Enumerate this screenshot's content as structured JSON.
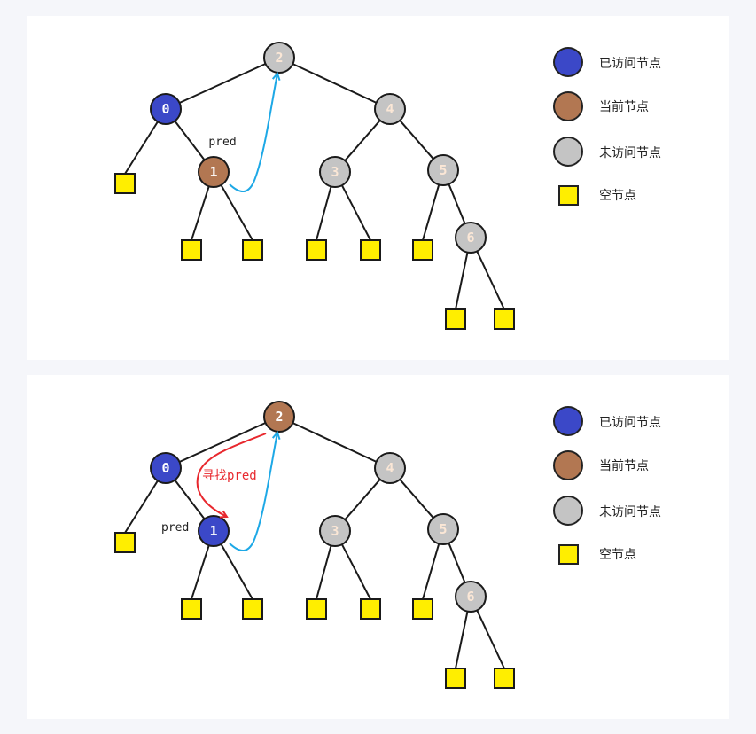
{
  "colors": {
    "visited": "#3b48c8",
    "current": "#b27752",
    "unvisited": "#c4c4c4",
    "null": "#ffee00",
    "edge": "#1a1a1a",
    "pred_arrow": "#1da8e6",
    "find_arrow": "#e8282e"
  },
  "legend": {
    "visited": "已访问节点",
    "current": "当前节点",
    "unvisited": "未访问节点",
    "null": "空节点"
  },
  "panels": [
    {
      "nodes": [
        {
          "label": "2",
          "state": "unvisited"
        },
        {
          "label": "0",
          "state": "visited"
        },
        {
          "label": "4",
          "state": "unvisited"
        },
        {
          "label": "1",
          "state": "current"
        },
        {
          "label": "3",
          "state": "unvisited"
        },
        {
          "label": "5",
          "state": "unvisited"
        },
        {
          "label": "6",
          "state": "unvisited"
        }
      ],
      "pred_label": "pred",
      "find_label": null
    },
    {
      "nodes": [
        {
          "label": "2",
          "state": "current"
        },
        {
          "label": "0",
          "state": "visited"
        },
        {
          "label": "4",
          "state": "unvisited"
        },
        {
          "label": "1",
          "state": "visited"
        },
        {
          "label": "3",
          "state": "unvisited"
        },
        {
          "label": "5",
          "state": "unvisited"
        },
        {
          "label": "6",
          "state": "unvisited"
        }
      ],
      "pred_label": "pred",
      "find_label": "寻找pred"
    }
  ]
}
